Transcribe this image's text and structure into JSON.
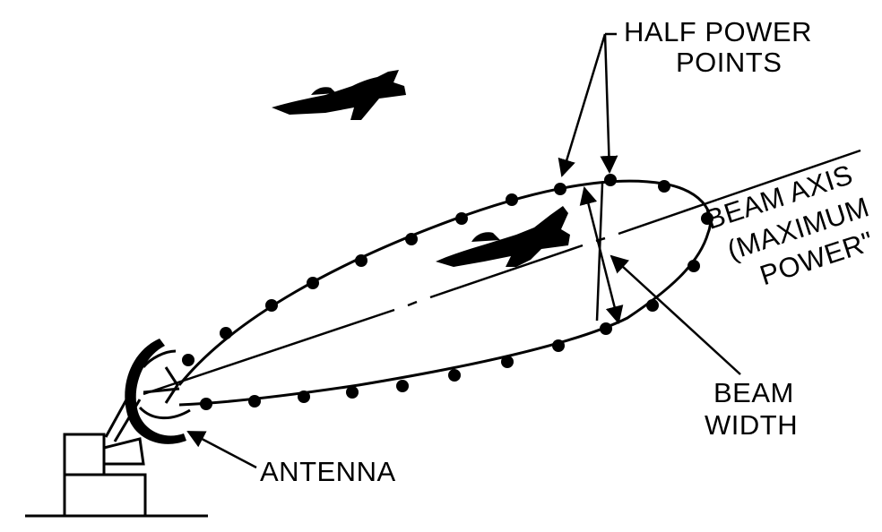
{
  "labels": {
    "half_power_line1": "HALF  POWER",
    "half_power_line2": "POINTS",
    "beam_axis_line1": "BEAM  AXIS",
    "beam_axis_line2": "(MAXIMUM",
    "beam_axis_line3": "POWER\"",
    "beam_width_line1": "BEAM",
    "beam_width_line2": "WIDTH",
    "antenna": "ANTENNA"
  },
  "icons": {
    "aircraft_in_beam": "jet-aircraft-icon",
    "aircraft_outside_beam": "jet-aircraft-icon",
    "antenna": "radar-dish-icon"
  },
  "colors": {
    "ink": "#000000",
    "background": "#ffffff"
  }
}
